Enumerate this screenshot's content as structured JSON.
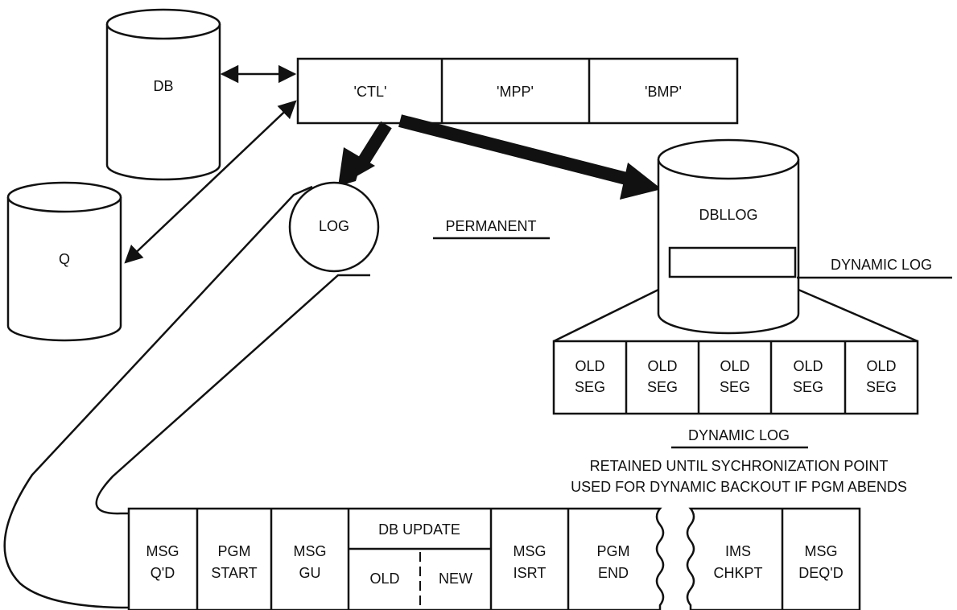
{
  "storage": {
    "db_label": "DB",
    "q_label": "Q",
    "log_label": "LOG",
    "dbllog_label": "DBLLOG"
  },
  "regions": [
    "'CTL'",
    "'MPP'",
    "'BMP'"
  ],
  "annotations": {
    "permanent": "PERMANENT",
    "dynamic_log_side": "DYNAMIC LOG",
    "dynamic_log_title": "DYNAMIC LOG",
    "note_line1": "RETAINED UNTIL SYCHRONIZATION POINT",
    "note_line2": "USED FOR DYNAMIC BACKOUT IF PGM ABENDS"
  },
  "old_segments": [
    {
      "line1": "OLD",
      "line2": "SEG"
    },
    {
      "line1": "OLD",
      "line2": "SEG"
    },
    {
      "line1": "OLD",
      "line2": "SEG"
    },
    {
      "line1": "OLD",
      "line2": "SEG"
    },
    {
      "line1": "OLD",
      "line2": "SEG"
    }
  ],
  "log_records": [
    {
      "line1": "MSG",
      "line2": "Q'D"
    },
    {
      "line1": "PGM",
      "line2": "START"
    },
    {
      "line1": "MSG",
      "line2": "GU"
    },
    {
      "header": "DB UPDATE",
      "left": "OLD",
      "right": "NEW"
    },
    {
      "line1": "MSG",
      "line2": "ISRT"
    },
    {
      "line1": "PGM",
      "line2": "END"
    },
    {
      "line1": "IMS",
      "line2": "CHKPT"
    },
    {
      "line1": "MSG",
      "line2": "DEQ'D"
    }
  ]
}
